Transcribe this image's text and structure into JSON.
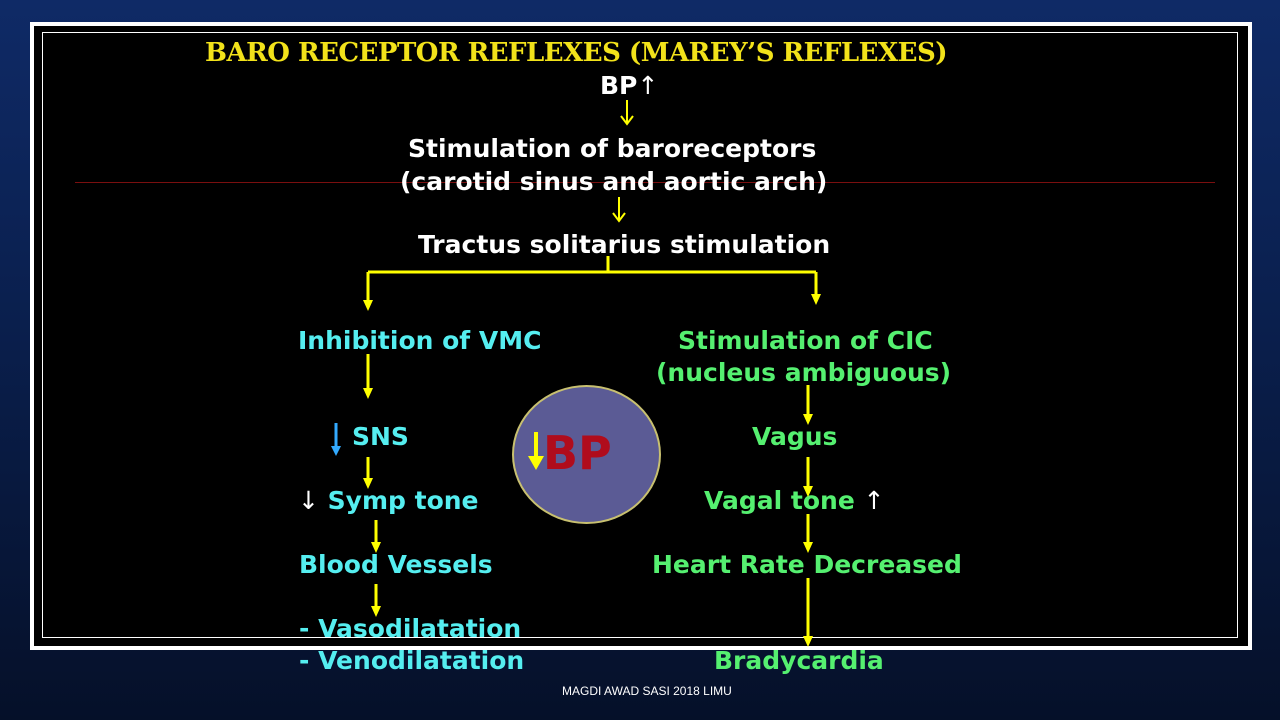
{
  "title": "BARO RECEPTOR REFLEXES (MAREY’S REFLEXES)",
  "top_chain": {
    "bp_up": "BP",
    "stimulation_1": "Stimulation of baroreceptors",
    "stimulation_2": "(carotid sinus and aortic arch)",
    "tractus": "Tractus solitarius stimulation"
  },
  "left_branch": {
    "inhibition": "Inhibition of VMC",
    "sns": "SNS",
    "symp_tone": "Symp tone",
    "blood_vessels": "Blood Vessels",
    "vasodilatation": "- Vasodilatation",
    "venodilatation": "- Venodilatation"
  },
  "right_branch": {
    "stimulation_cic_1": "Stimulation of CIC",
    "stimulation_cic_2": "(nucleus ambiguous)",
    "vagus": "Vagus",
    "vagal_tone": "Vagal tone",
    "heart_rate": "Heart Rate Decreased",
    "bradycardia": "Bradycardia"
  },
  "center": {
    "bp": "BP"
  },
  "footer": "MAGDI AWAD SASI 2018 LIMU",
  "colors": {
    "title": "#f2e21a",
    "arrow": "#ffff00",
    "left_text": "#55eef0",
    "right_text": "#55f070",
    "center_bp": "#b00c1c",
    "circle": "#5b5b95"
  }
}
